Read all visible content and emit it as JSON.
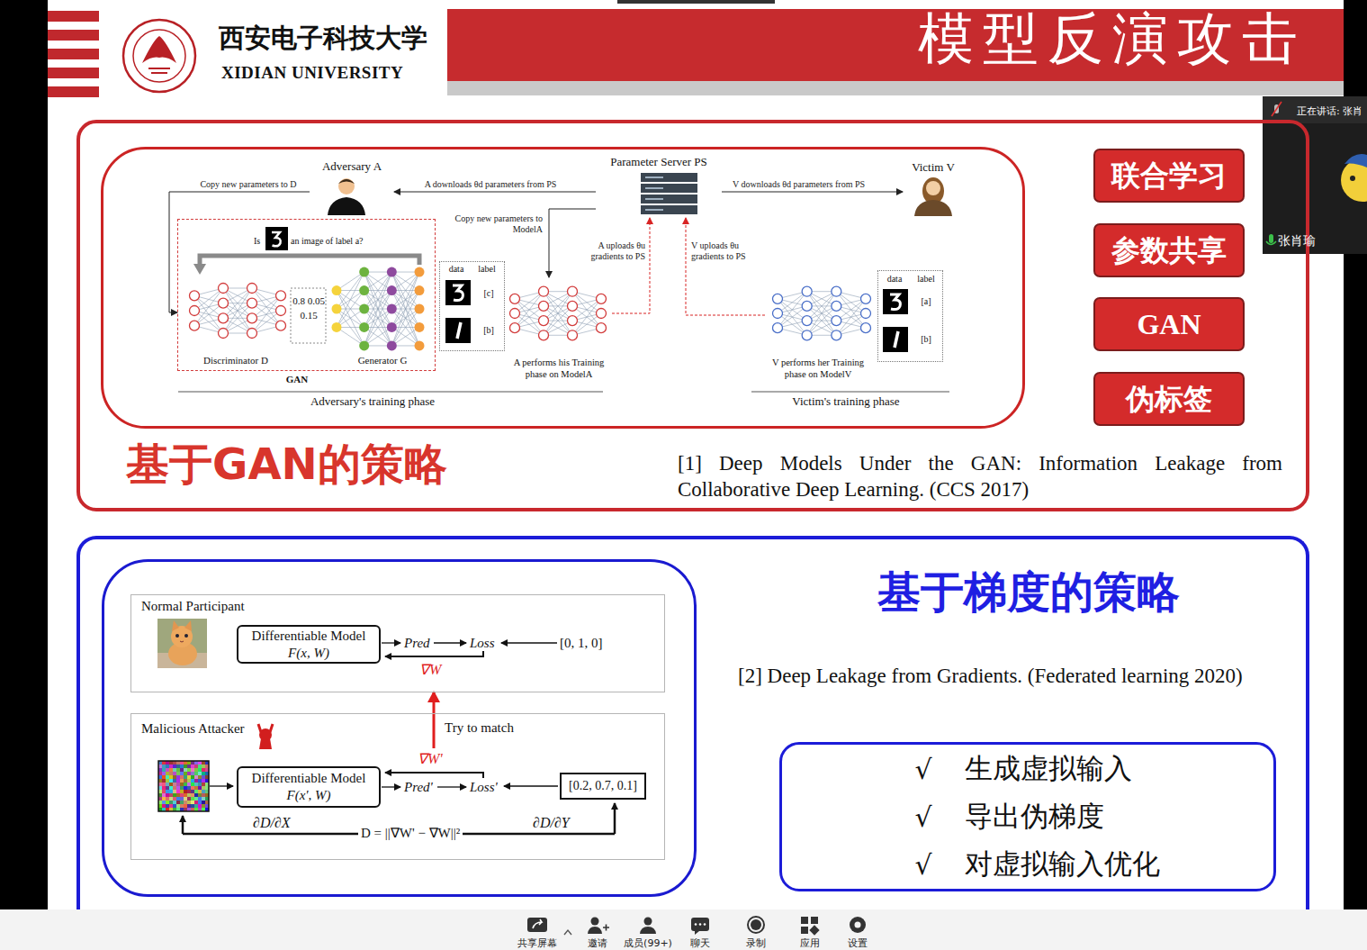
{
  "diagram": {
    "title": "模型反演攻击",
    "nodes": [
      {
        "text": [
          "基于GAN的策略",
          "[1] Deep Models Under the GAN: Information Leakage from Collaborative Deep Learning. (CCS 2017)"
        ]
      },
      {
        "text": [
          "Adversary A"
        ],
        "in": 0
      },
      {
        "text": [
          "Parameter Server PS"
        ],
        "in": 0
      },
      {
        "text": [
          "Victim V"
        ],
        "in": 0
      },
      {
        "text": [
          "Discriminator D",
          "Generator G",
          "GAN"
        ],
        "in": 0
      },
      {
        "text": [
          "data",
          "label",
          "[c]",
          "[b]"
        ],
        "in": 0
      },
      {
        "text": [
          "A performs his Training phase on ModelA"
        ],
        "in": 0
      },
      {
        "text": [
          "V performs her Training phase on ModelV"
        ],
        "in": 0
      },
      {
        "text": [
          "data",
          "label",
          "[a]",
          "[b]"
        ],
        "in": 0
      },
      {
        "text": [
          "联合学习"
        ],
        "in": 0
      },
      {
        "text": [
          "参数共享"
        ],
        "in": 0
      },
      {
        "text": [
          "GAN"
        ],
        "in": 0
      },
      {
        "text": [
          "伪标签"
        ],
        "in": 0
      },
      {
        "text": [
          "基于梯度的策略",
          "[2] Deep Leakage from Gradients. (Federated learning 2020)"
        ]
      },
      {
        "text": [
          "Normal Participant"
        ],
        "in": 13
      },
      {
        "text": [
          "Differentiable Model",
          "F(x, W)"
        ],
        "in": 14
      },
      {
        "text": [
          "Malicious Attacker"
        ],
        "in": 13
      },
      {
        "text": [
          "Differentiable Model",
          "F(x', W)"
        ],
        "in": 16
      },
      {
        "text": [
          "[0.2, 0.7, 0.1]"
        ],
        "in": 16
      },
      {
        "text": [
          "√",
          "生成虚拟输入",
          "√",
          "导出伪梯度",
          "√",
          "对虚拟输入优化"
        ],
        "in": 13
      },
      {
        "text": [
          "正在讲话: 张肖",
          "张肖瑜"
        ]
      }
    ],
    "edges": [
      {
        "from": 2,
        "to": 1,
        "arrow": "to",
        "label": "A downloads θd parameters from PS"
      },
      {
        "from": 2,
        "to": 3,
        "arrow": "to",
        "label": "V downloads θd parameters from PS"
      },
      {
        "from": 1,
        "to": 4,
        "arrow": "to",
        "label": "Copy new parameters to D"
      },
      {
        "from": 2,
        "to": 6,
        "arrow": "to",
        "label": "Copy new parameters to ModelA"
      },
      {
        "from": 6,
        "to": 2,
        "arrow": "to",
        "label": "A uploads θu gradients to PS"
      },
      {
        "from": 7,
        "to": 2,
        "arrow": "to",
        "label": "V uploads θu gradients to PS"
      },
      {
        "from": 16,
        "to": 14,
        "arrow": "to",
        "label": "Try to match"
      }
    ],
    "labels": [
      "西安电子科技大学",
      "XIDIAN UNIVERSITY",
      "Is",
      "an image of label a?",
      "0.8 0.05 0.15",
      "Adversary's training phase",
      "Victim's training phase",
      "Pred",
      "Loss",
      "[0, 1, 0]",
      "∇W",
      "∇W'",
      "Pred'",
      "Loss'",
      "∂D/∂X",
      "D = ||∇W' − ∇W||²",
      "∂D/∂Y",
      "共享屏幕",
      "邀请",
      "成员(99+)",
      "聊天",
      "录制",
      "应用",
      "设置"
    ]
  }
}
